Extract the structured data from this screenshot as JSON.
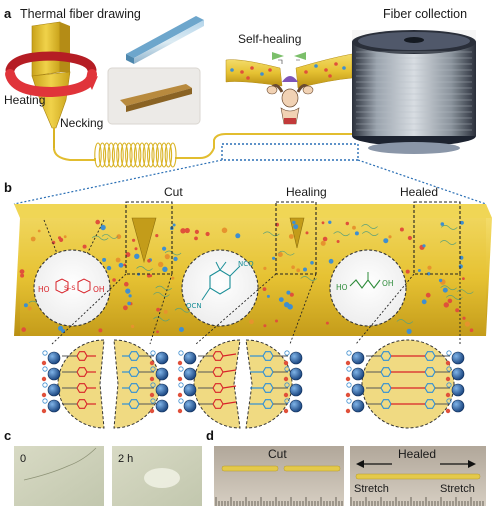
{
  "panels": {
    "a": "a",
    "b": "b",
    "c": "c",
    "d": "d"
  },
  "panel_a": {
    "title": "Thermal fiber drawing",
    "heating": "Heating",
    "necking": "Necking",
    "self_healing": "Self-healing",
    "fiber_collection": "Fiber collection"
  },
  "panel_b": {
    "cut": "Cut",
    "healing": "Healing",
    "healed": "Healed",
    "molecule_1": {
      "left": "HO",
      "right": "OH",
      "bridge": "S–S"
    },
    "molecule_2": {
      "top": "NCO",
      "bottom": "OCN"
    },
    "molecule_3": {
      "left": "HO",
      "right": "OH"
    }
  },
  "panel_c": {
    "time_0": "0",
    "time_1": "2 h"
  },
  "panel_d": {
    "cut": "Cut",
    "healed": "Healed",
    "stretch_left": "Stretch",
    "stretch_right": "Stretch"
  },
  "colors": {
    "fiber_yellow": "#e6c233",
    "fiber_dark": "#c9a21a",
    "heater_red": "#e0343a",
    "dot_red": "#e0503a",
    "dot_blue": "#3f8fd0",
    "bond_red": "#d8232a",
    "bond_blue": "#2f8fd6",
    "callout_blue": "#2a6fb5"
  }
}
